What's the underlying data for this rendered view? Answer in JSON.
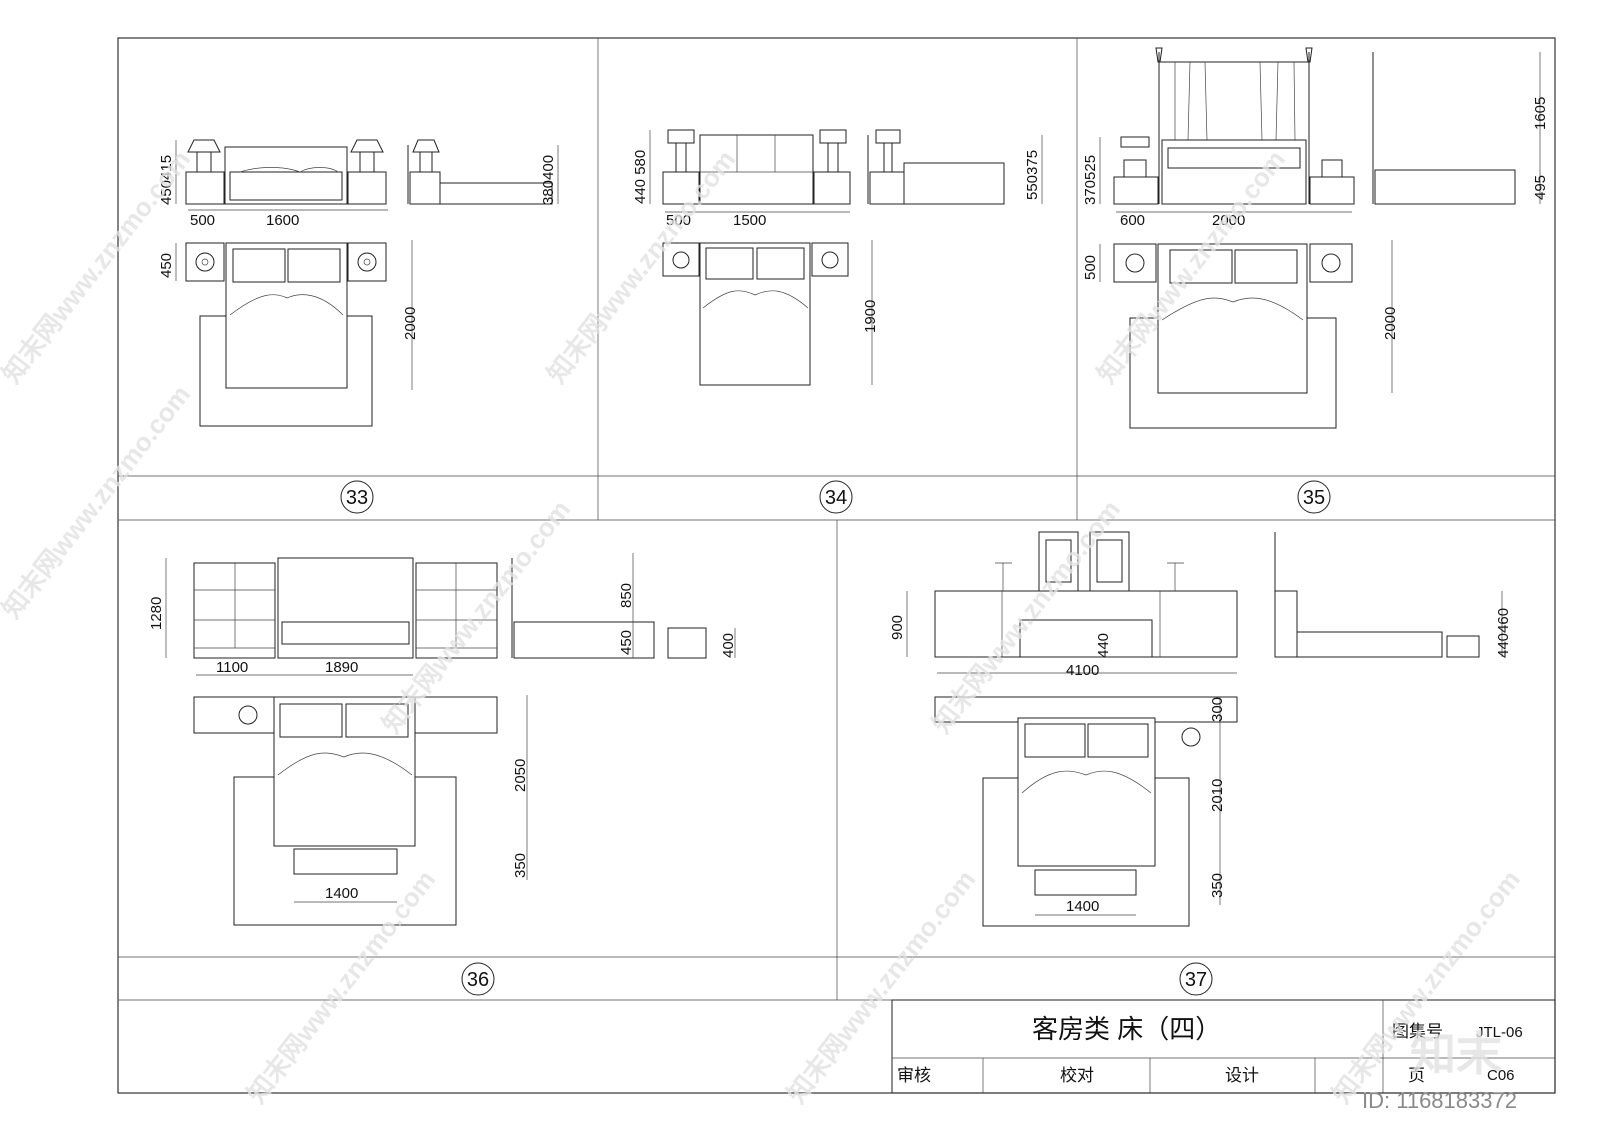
{
  "sheet": {
    "title": "客房类  床（四）",
    "atlas_label": "图集号",
    "atlas_value": "JTL-06",
    "page_label": "页",
    "page_value": "C06",
    "review_label": "审核",
    "check_label": "校对",
    "design_label": "设计"
  },
  "panels": [
    {
      "number": "33",
      "dims": {
        "d1": "450415",
        "d2": "380400",
        "d3": "500",
        "d4": "1600",
        "d5": "450",
        "d6": "2000"
      }
    },
    {
      "number": "34",
      "dims": {
        "d1": "440 580",
        "d2": "550375",
        "d3": "500",
        "d4": "1500",
        "d5": "1900"
      }
    },
    {
      "number": "35",
      "dims": {
        "d1": "370525",
        "d2": "1605",
        "d3": "495",
        "d4": "600",
        "d5": "2000",
        "d6": "500",
        "d7": "2000"
      }
    },
    {
      "number": "36",
      "dims": {
        "d1": "1280",
        "d2": "850",
        "d3": "450",
        "d4": "400",
        "d5": "1100",
        "d6": "1890",
        "d7": "2050",
        "d8": "350",
        "d9": "1400"
      }
    },
    {
      "number": "37",
      "dims": {
        "d1": "900",
        "d2": "440",
        "d3": "440460",
        "d4": "4100",
        "d5": "300",
        "d6": "2010",
        "d7": "350",
        "d8": "1400"
      }
    }
  ],
  "watermark": {
    "text": "知末网www.znzmo.com",
    "logo": "知末",
    "id": "ID: 1168183372"
  }
}
